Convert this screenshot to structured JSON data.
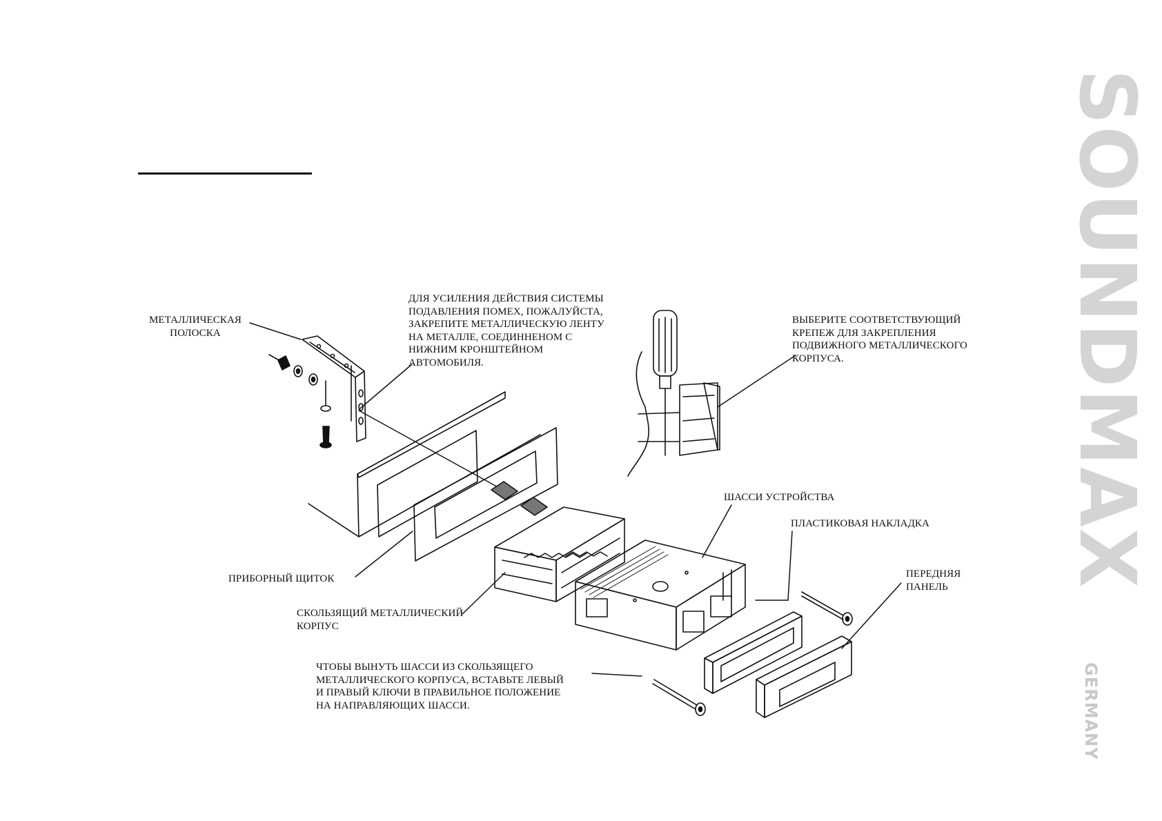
{
  "brand": {
    "logo": "SOUNDMAX",
    "sublogo": "GERMANY",
    "color": "#d4d4d4"
  },
  "labels": {
    "metal_strip": "МЕТАЛЛИЧЕСКАЯ\nПОЛОСКА",
    "noise_note": "ДЛЯ УСИЛЕНИЯ ДЕЙСТВИЯ СИСТЕМЫ\nПОДАВЛЕНИЯ ПОМЕХ, ПОЖАЛУЙСТА,\nЗАКРЕПИТЕ МЕТАЛЛИЧЕСКУЮ ЛЕНТУ\nНА МЕТАЛЛЕ, СОЕДИННЕНОМ С\nНИЖНИМ КРОНШТЕЙНОМ\nАВТОМОБИЛЯ.",
    "fastener_note": "ВЫБЕРИТЕ СООТВЕТСТВУЮЩИЙ\nКРЕПЕЖ ДЛЯ ЗАКРЕПЛЕНИЯ\nПОДВИЖНОГО МЕТАЛЛИЧЕСКОГО\nКОРПУСА.",
    "chassis": "ШАССИ УСТРОЙСТВА",
    "plastic_trim": "ПЛАСТИКОВАЯ НАКЛАДКА",
    "front_panel": "ПЕРЕДНЯЯ\nПАНЕЛЬ",
    "dashboard": "ПРИБОРНЫЙ ЩИТОК",
    "sleeve": "СКОЛЬЗЯЩИЙ МЕТАЛЛИЧЕСКИЙ\nКОРПУС",
    "removal_note": "ЧТОБЫ ВЫНУТЬ ШАССИ ИЗ СКОЛЬЗЯЩЕГО\nМЕТАЛЛИЧЕСКОГО КОРПУСА, ВСТАВЬТЕ ЛЕВЫЙ\nИ ПРАВЫЙ КЛЮЧИ В ПРАВИЛЬНОЕ ПОЛОЖЕНИЕ\nНА НАПРАВЛЯЮЩИХ ШАССИ."
  }
}
